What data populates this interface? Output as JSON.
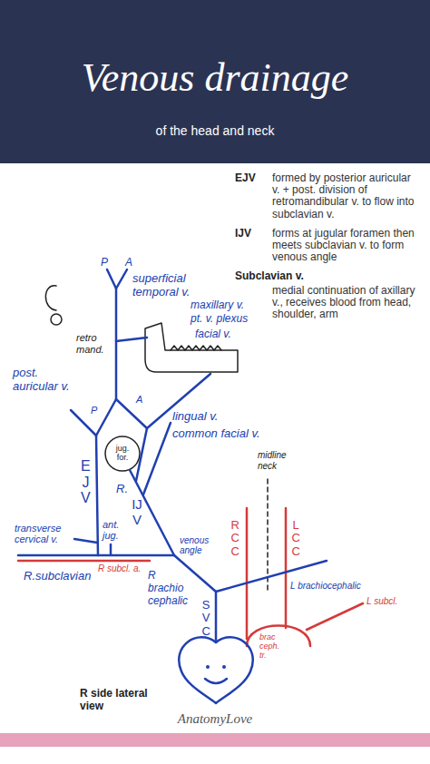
{
  "diagram": {
    "title": "Venous drainage",
    "labels": [
      "of the head and neck",
      "EJV",
      "formed by posterior auricular v. + post. division of retromandibular v. to flow into subclavian v.",
      "IJV",
      "forms at jugular foramen then meets subclavian v. to form venous angle",
      "Subclavian v.",
      "medial continuation of axillary v., receives blood from head, shoulder, arm",
      "P",
      "A",
      "superficial temporal v.",
      "maxillary v.",
      "pt. v. plexus",
      "retro mand.",
      "post. auricular v.",
      "facial v.",
      "P",
      "A",
      "lingual v.",
      "common facial v.",
      "jug. for.",
      "EJV",
      "R.",
      "IJV",
      "midline neck",
      "RCC",
      "LCC",
      "transverse cervical v.",
      "ant. jug.",
      "R subcl. a.",
      "venous angle",
      "R.subclavian",
      "R brachio cephalic",
      "L brachiocephalic",
      "L subcl.",
      "SVC",
      "brac ceph. tr.",
      "R side lateral view",
      "AnatomyLove"
    ]
  }
}
